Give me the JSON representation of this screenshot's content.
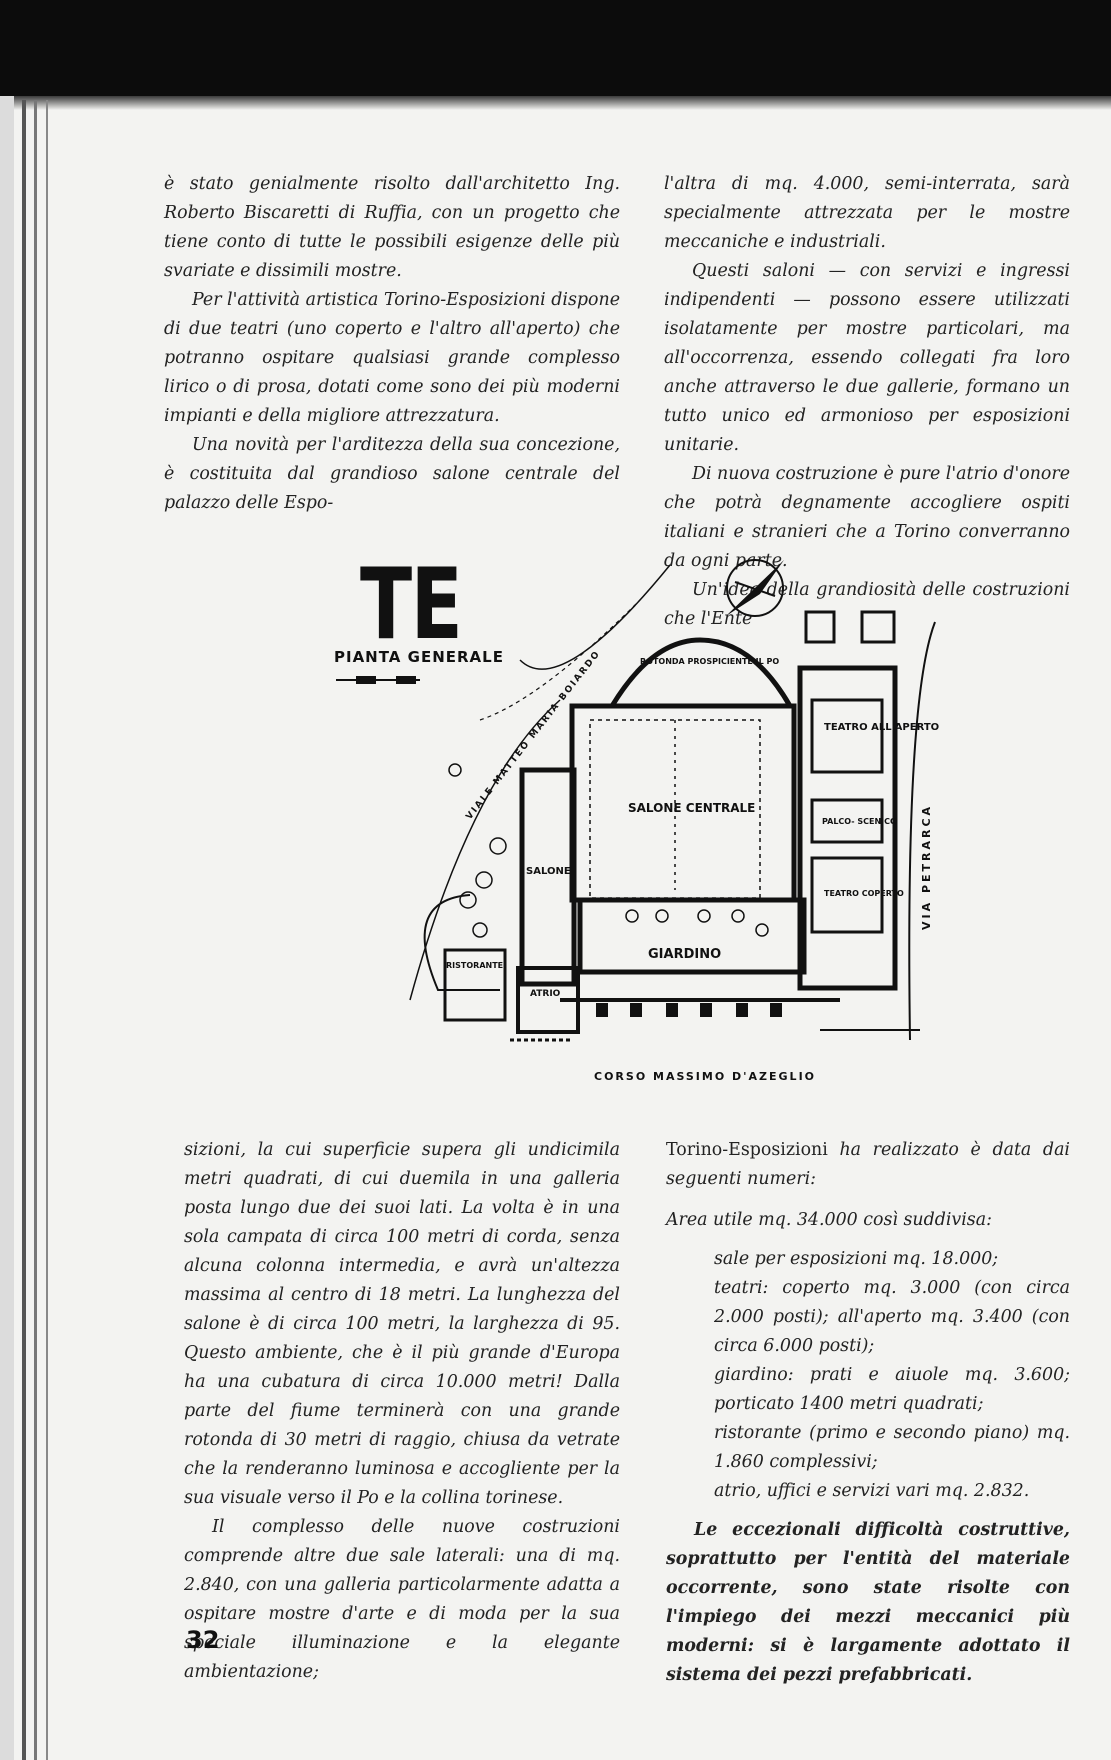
{
  "column_left_top": [
    {
      "text": "è stato genialmente risolto dall'architetto Ing. Roberto Biscaretti di Ruffia, con un progetto che tiene conto di tutte le possibili esigenze delle più svariate e dissimili mostre.",
      "indent": false
    },
    {
      "text": "Per l'attività artistica Torino-Esposizioni dispone di due teatri (uno coperto e l'altro all'aperto) che potranno ospitare qualsiasi grande complesso lirico o di prosa, dotati come sono dei più moderni impianti e della migliore attrezzatura.",
      "indent": true
    },
    {
      "text": "Una novità per l'arditezza della sua concezione, è costituita dal grandioso salone centrale del palazzo delle Espo-",
      "indent": true
    }
  ],
  "column_right_top": [
    {
      "text": "l'altra di mq. 4.000, semi-interrata, sarà specialmente attrezzata per le mostre meccaniche e industriali.",
      "indent": false
    },
    {
      "text": "Questi saloni — con servizi e ingressi indipendenti — possono essere utilizzati isolatamente per mostre particolari, ma all'occorrenza, essendo collegati fra loro anche attraverso le due gallerie, formano un tutto unico ed armonioso per esposizioni unitarie.",
      "indent": true
    },
    {
      "text": "Di nuova costruzione è pure l'atrio d'onore che potrà degnamente accogliere ospiti italiani e stranieri che a Torino converranno da ogni parte.",
      "indent": true
    },
    {
      "text": "Un'idea della grandiosità delle costruzioni che l'Ente",
      "indent": true
    }
  ],
  "plan": {
    "title_big": "TE",
    "title_sub": "PIANTA GENERALE",
    "labels": {
      "rotonda": "ROTONDA PROSPICIENTE IL PO",
      "teatro_aperto": "TEATRO ALL'APERTO",
      "salone_centrale": "SALONE CENTRALE",
      "palcoscenico": "PALCO- SCENICO",
      "salone": "SALONE",
      "teatro_coperto": "TEATRO COPERTO",
      "giardino": "GIARDINO",
      "ristorante": "RISTORANTE",
      "atrio": "ATRIO",
      "via_petrarca": "VIA PETRARCA",
      "viale": "VIALE MATTEO MARIA BOIARDO",
      "corso": "CORSO MASSIMO D'AZEGLIO"
    }
  },
  "column_left_bottom": [
    {
      "text": "sizioni, la cui superficie supera gli undicimila metri quadrati, di cui duemila in una galleria posta lungo due dei suoi lati. La volta è in una sola campata di circa 100 metri di corda, senza alcuna colonna intermedia, e avrà un'altezza massima al centro di 18 metri. La lunghezza del salone è di circa 100 metri, la larghezza di 95. Questo ambiente, che è il più grande d'Europa ha una cubatura di circa 10.000 metri! Dalla parte del fiume terminerà con una grande rotonda di 30 metri di raggio, chiusa da vetrate che la renderanno luminosa e accogliente per la sua visuale verso il Po e la collina torinese.",
      "indent": false
    },
    {
      "text": "Il complesso delle nuove costruzioni comprende altre due sale laterali: una di mq. 2.840, con una galleria particolarmente adatta a ospitare mostre d'arte e di moda per la sua speciale illuminazione e la elegante ambientazione;",
      "indent": true
    }
  ],
  "column_right_bottom": {
    "intro_upright": "Torino-Esposizioni",
    "intro_rest": " ha realizzato è data dai seguenti numeri:",
    "area": "Area utile mq. 34.000 così suddivisa:",
    "items": [
      "sale per esposizioni mq. 18.000;",
      "teatri: coperto mq. 3.000 (con circa 2.000 posti); all'aperto mq. 3.400 (con circa 6.000 posti);",
      "giardino: prati e aiuole mq. 3.600; porticato 1400 metri quadrati;",
      "ristorante (primo e secondo piano) mq. 1.860 complessivi;",
      "atrio, uffici e servizi vari mq. 2.832."
    ],
    "closing": "Le eccezionali difficoltà costruttive, soprattutto per l'entità del materiale occorrente, sono state risolte con l'impiego dei mezzi meccanici più moderni: si è largamente adottato il sistema dei pezzi prefabbricati."
  },
  "page_number": "32"
}
